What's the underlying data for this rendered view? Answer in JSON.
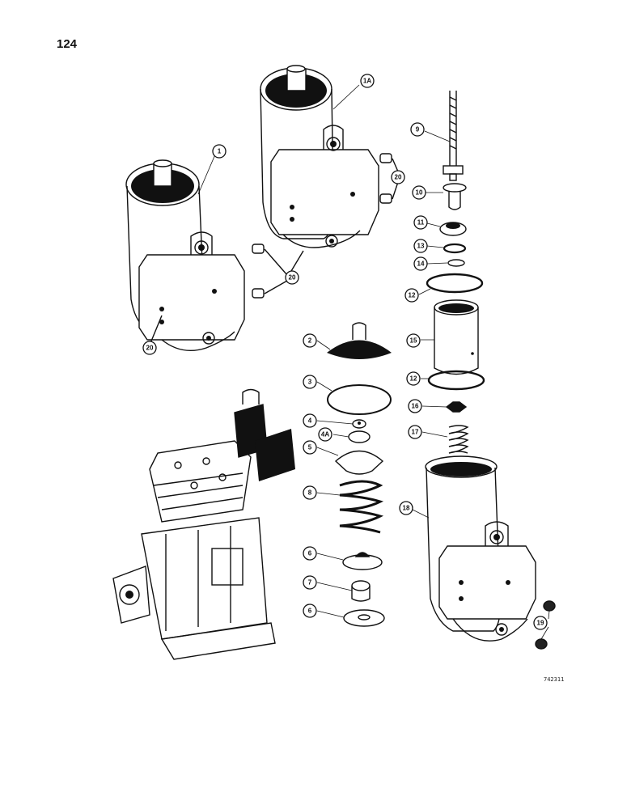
{
  "page_number": "124",
  "figure_code": "742311",
  "callouts": [
    {
      "id": "c-1a",
      "label": "1A"
    },
    {
      "id": "c-1",
      "label": "1"
    },
    {
      "id": "c-20-top",
      "label": "20"
    },
    {
      "id": "c-20-mid",
      "label": "20"
    },
    {
      "id": "c-20-low",
      "label": "20"
    },
    {
      "id": "c-9",
      "label": "9"
    },
    {
      "id": "c-10",
      "label": "10"
    },
    {
      "id": "c-11",
      "label": "11"
    },
    {
      "id": "c-13",
      "label": "13"
    },
    {
      "id": "c-14",
      "label": "14"
    },
    {
      "id": "c-12-top",
      "label": "12"
    },
    {
      "id": "c-15",
      "label": "15"
    },
    {
      "id": "c-12-low",
      "label": "12"
    },
    {
      "id": "c-16",
      "label": "16"
    },
    {
      "id": "c-17",
      "label": "17"
    },
    {
      "id": "c-18",
      "label": "18"
    },
    {
      "id": "c-19",
      "label": "19"
    },
    {
      "id": "c-2",
      "label": "2"
    },
    {
      "id": "c-3",
      "label": "3"
    },
    {
      "id": "c-4",
      "label": "4"
    },
    {
      "id": "c-4a",
      "label": "4A"
    },
    {
      "id": "c-5",
      "label": "5"
    },
    {
      "id": "c-8-spring",
      "label": "8"
    },
    {
      "id": "c-6-top",
      "label": "6"
    },
    {
      "id": "c-7",
      "label": "7"
    },
    {
      "id": "c-6-low",
      "label": "6"
    }
  ]
}
